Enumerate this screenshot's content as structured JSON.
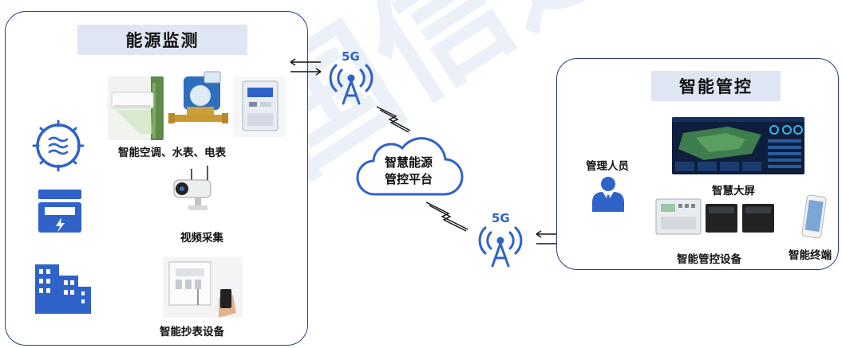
{
  "colors": {
    "panel_border": "#2b3f7a",
    "title_fill": "#dfe5f2",
    "icon_blue": "#2f63c9",
    "watermark": "#8ca5d7"
  },
  "left_panel": {
    "title": "能源监测",
    "items": {
      "appliances_label": "智能空调、水表、电表",
      "camera_label": "视频采集",
      "meter_reader_label": "智能抄表设备"
    },
    "icons": [
      "gauge-icon",
      "electric-meter-icon",
      "buildings-icon"
    ]
  },
  "network": {
    "top_tower_label": "5G",
    "bottom_tower_label": "5G",
    "cloud_line1": "智慧能源",
    "cloud_line2": "管控平台"
  },
  "right_panel": {
    "title": "智能管控",
    "items": {
      "manager_label": "管理人员",
      "big_screen_label": "智慧大屏",
      "control_devices_label": "智能管控设备",
      "terminal_label": "智能终端"
    }
  },
  "watermark_text": "中国信通 CAICT"
}
